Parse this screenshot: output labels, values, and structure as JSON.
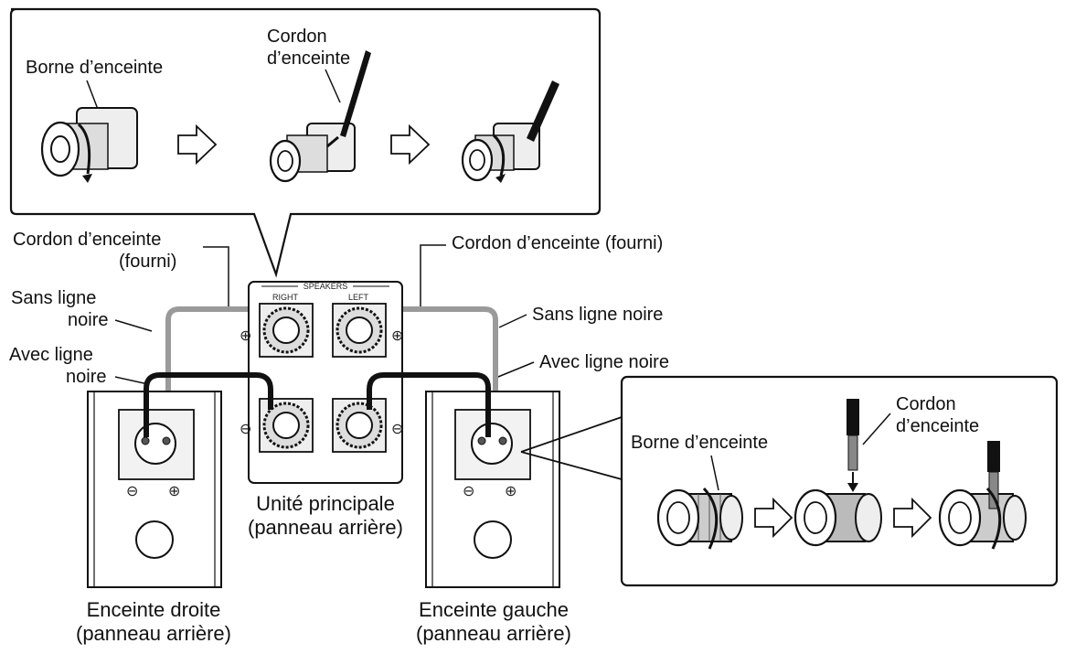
{
  "panel_top": {
    "label_terminal": "Borne d’enceinte",
    "label_cord_line1": "Cordon",
    "label_cord_line2": "d’enceinte"
  },
  "panel_bottom": {
    "label_terminal": "Borne d’enceinte",
    "label_cord_line1": "Cordon",
    "label_cord_line2": "d’enceinte"
  },
  "labels": {
    "cord_left_line1": "Cordon d’enceinte",
    "cord_left_line2": "(fourni)",
    "cord_right": "Cordon d’enceinte (fourni)",
    "no_line_left_1": "Sans ligne",
    "no_line_left_2": "noire",
    "with_line_left_1": "Avec ligne",
    "with_line_left_2": "noire",
    "no_line_right": "Sans ligne noire",
    "with_line_right": "Avec ligne noire"
  },
  "main_unit": {
    "speakers_label": "SPEAKERS",
    "right_label": "RIGHT",
    "left_label": "LEFT",
    "plus": "⊕",
    "minus": "⊖",
    "caption_line1": "Unité principale",
    "caption_line2": "(panneau arrière)"
  },
  "speaker_right": {
    "caption_line1": "Enceinte droite",
    "caption_line2": "(panneau arrière)",
    "minus": "⊖",
    "plus": "⊕"
  },
  "speaker_left": {
    "caption_line1": "Enceinte gauche",
    "caption_line2": "(panneau arrière)",
    "minus": "⊖",
    "plus": "⊕"
  }
}
